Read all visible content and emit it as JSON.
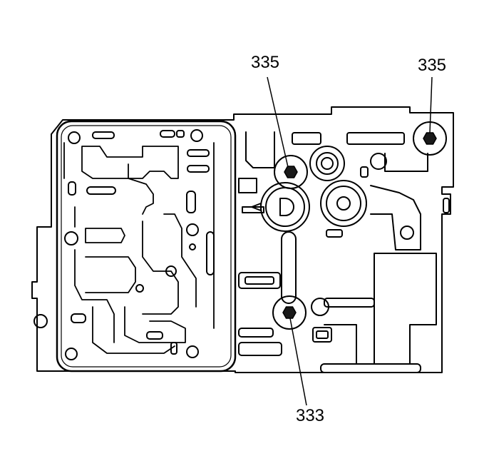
{
  "callouts": [
    {
      "id": "callout-335-center",
      "text": "335"
    },
    {
      "id": "callout-335-right",
      "text": "335"
    },
    {
      "id": "callout-333-bottom",
      "text": "333"
    }
  ],
  "colors": {
    "line": "#000000",
    "background": "#ffffff",
    "bolt_fill": "#1a1a1a"
  }
}
